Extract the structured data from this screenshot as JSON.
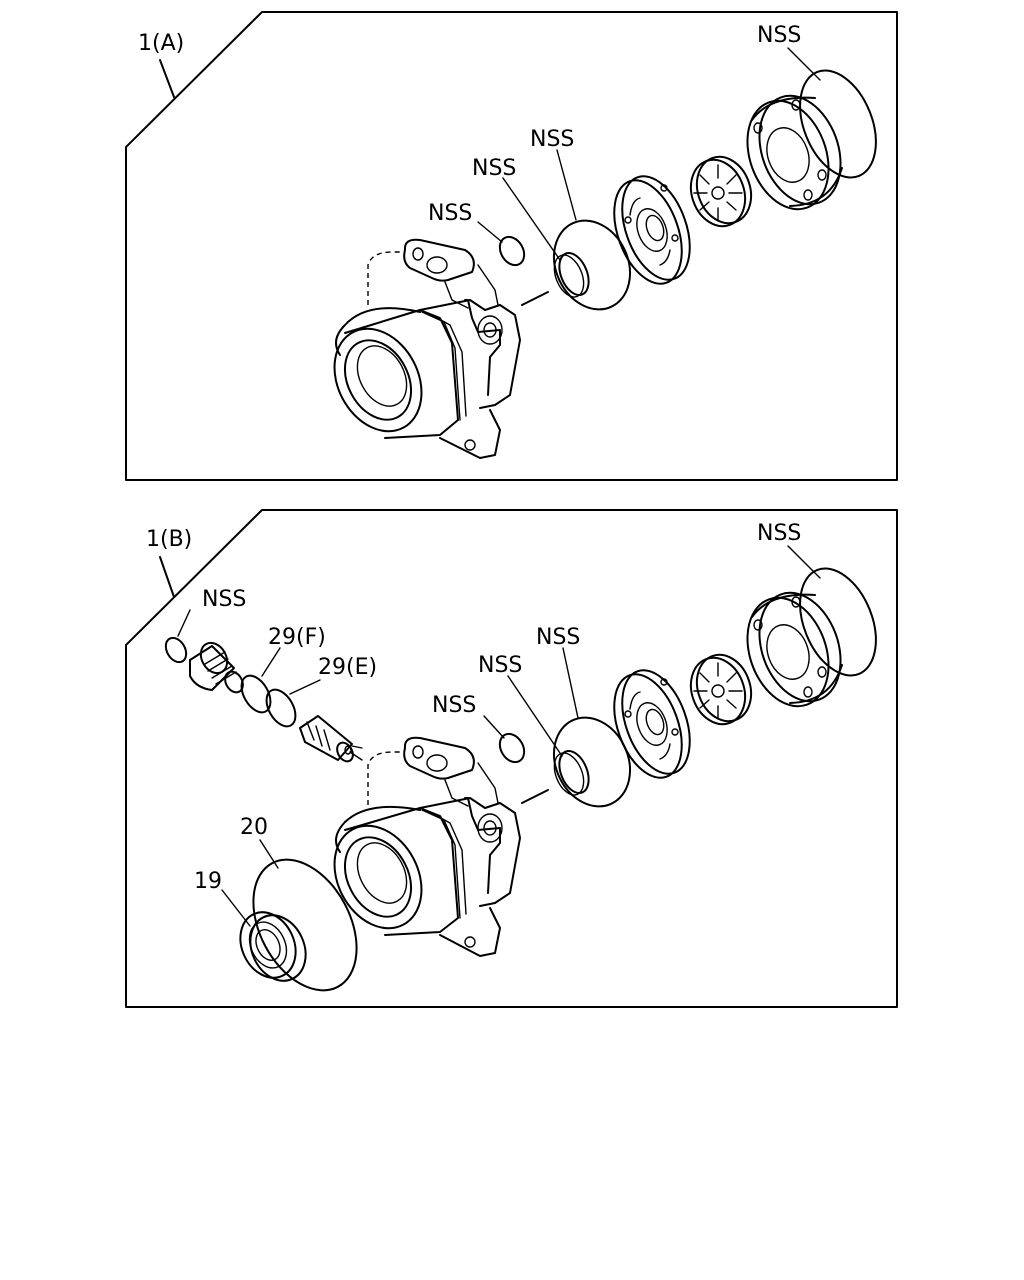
{
  "panel_a": {
    "label": "1(A)",
    "callouts": [
      "NSS",
      "NSS",
      "NSS",
      "NSS"
    ]
  },
  "panel_b": {
    "label": "1(B)",
    "callouts": [
      "NSS",
      "NSS",
      "NSS",
      "NSS",
      "NSS"
    ],
    "part_29f": "29(F)",
    "part_29e": "29(E)",
    "part_20": "20",
    "part_19": "19"
  }
}
